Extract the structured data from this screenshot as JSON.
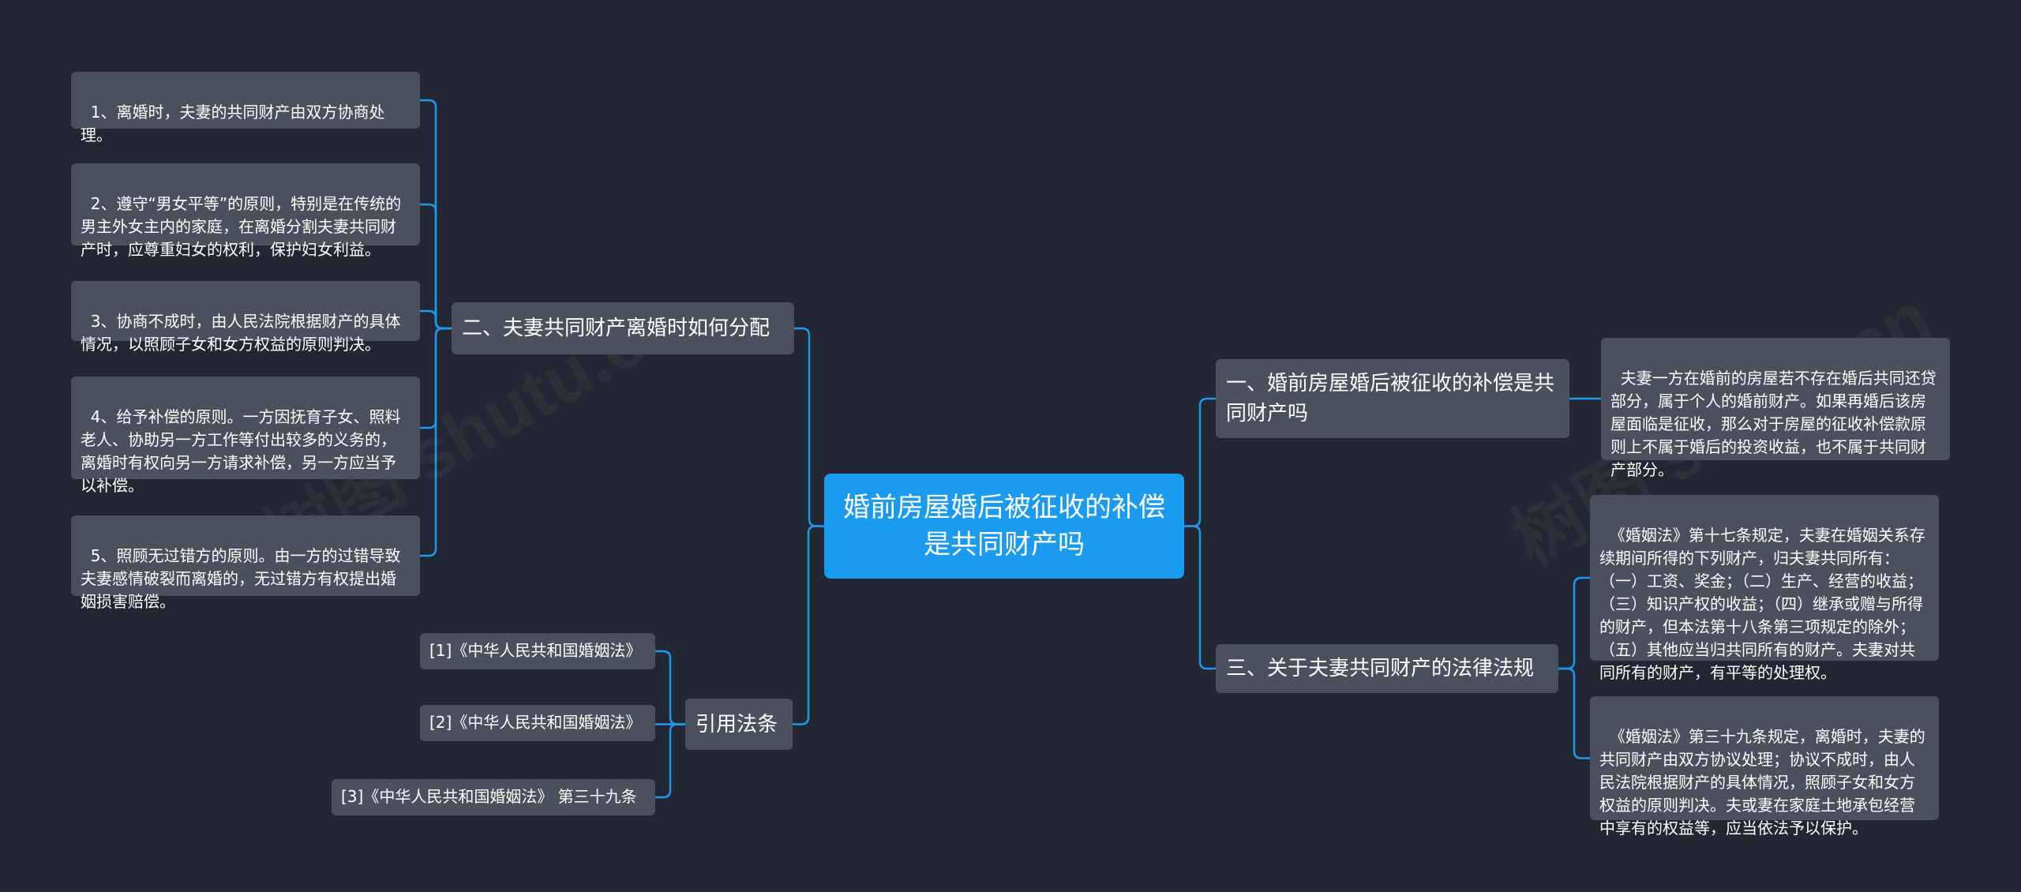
{
  "root": {
    "label": "婚前房屋婚后被征收的补偿是共同财产吗"
  },
  "branches": {
    "distribution": {
      "label": "二、夫妻共同财产离婚时如何分配",
      "items": [
        "1、离婚时，夫妻的共同财产由双方协商处理。",
        "2、遵守“男女平等”的原则，特别是在传统的男主外女主内的家庭，在离婚分割夫妻共同财产时，应尊重妇女的权利，保护妇女利益。",
        "3、协商不成时，由人民法院根据财产的具体情况，以照顾子女和女方权益的原则判决。",
        "4、给予补偿的原则。一方因抚育子女、照料老人、协助另一方工作等付出较多的义务的，离婚时有权向另一方请求补偿，另一方应当予以补偿。",
        "5、照顾无过错方的原则。由一方的过错导致夫妻感情破裂而离婚的，无过错方有权提出婚姻损害赔偿。"
      ]
    },
    "citations": {
      "label": "引用法条",
      "items": [
        "[1]《中华人民共和国婚姻法》",
        "[2]《中华人民共和国婚姻法》",
        "[3]《中华人民共和国婚姻法》 第三十九条"
      ]
    },
    "question": {
      "label": "一、婚前房屋婚后被征收的补偿是共同财产吗",
      "items": [
        "夫妻一方在婚前的房屋若不存在婚后共同还贷部分，属于个人的婚前财产。如果再婚后该房屋面临是征收，那么对于房屋的征收补偿款原则上不属于婚后的投资收益，也不属于共同财产部分。"
      ]
    },
    "laws": {
      "label": "三、关于夫妻共同财产的法律法规",
      "items": [
        "《婚姻法》第十七条规定，夫妻在婚姻关系存续期间所得的下列财产，归夫妻共同所有：（一）工资、奖金；（二）生产、经营的收益；（三）知识产权的收益；（四）继承或赠与所得的财产，但本法第十八条第三项规定的除外；（五）其他应当归共同所有的财产。夫妻对共同所有的财产，有平等的处理权。",
        "《婚姻法》第三十九条规定，离婚时，夫妻的共同财产由双方协议处理；协议不成时，由人民法院根据财产的具体情况，照顾子女和女方权益的原则判决。夫或妻在家庭土地承包经营中享有的权益等，应当依法予以保护。"
      ]
    }
  },
  "watermark": "树图 shutu.cn",
  "colors": {
    "background": "#222733",
    "node": "#4a505d",
    "root": "#1a9bf0",
    "link": "#1a9bf0"
  }
}
